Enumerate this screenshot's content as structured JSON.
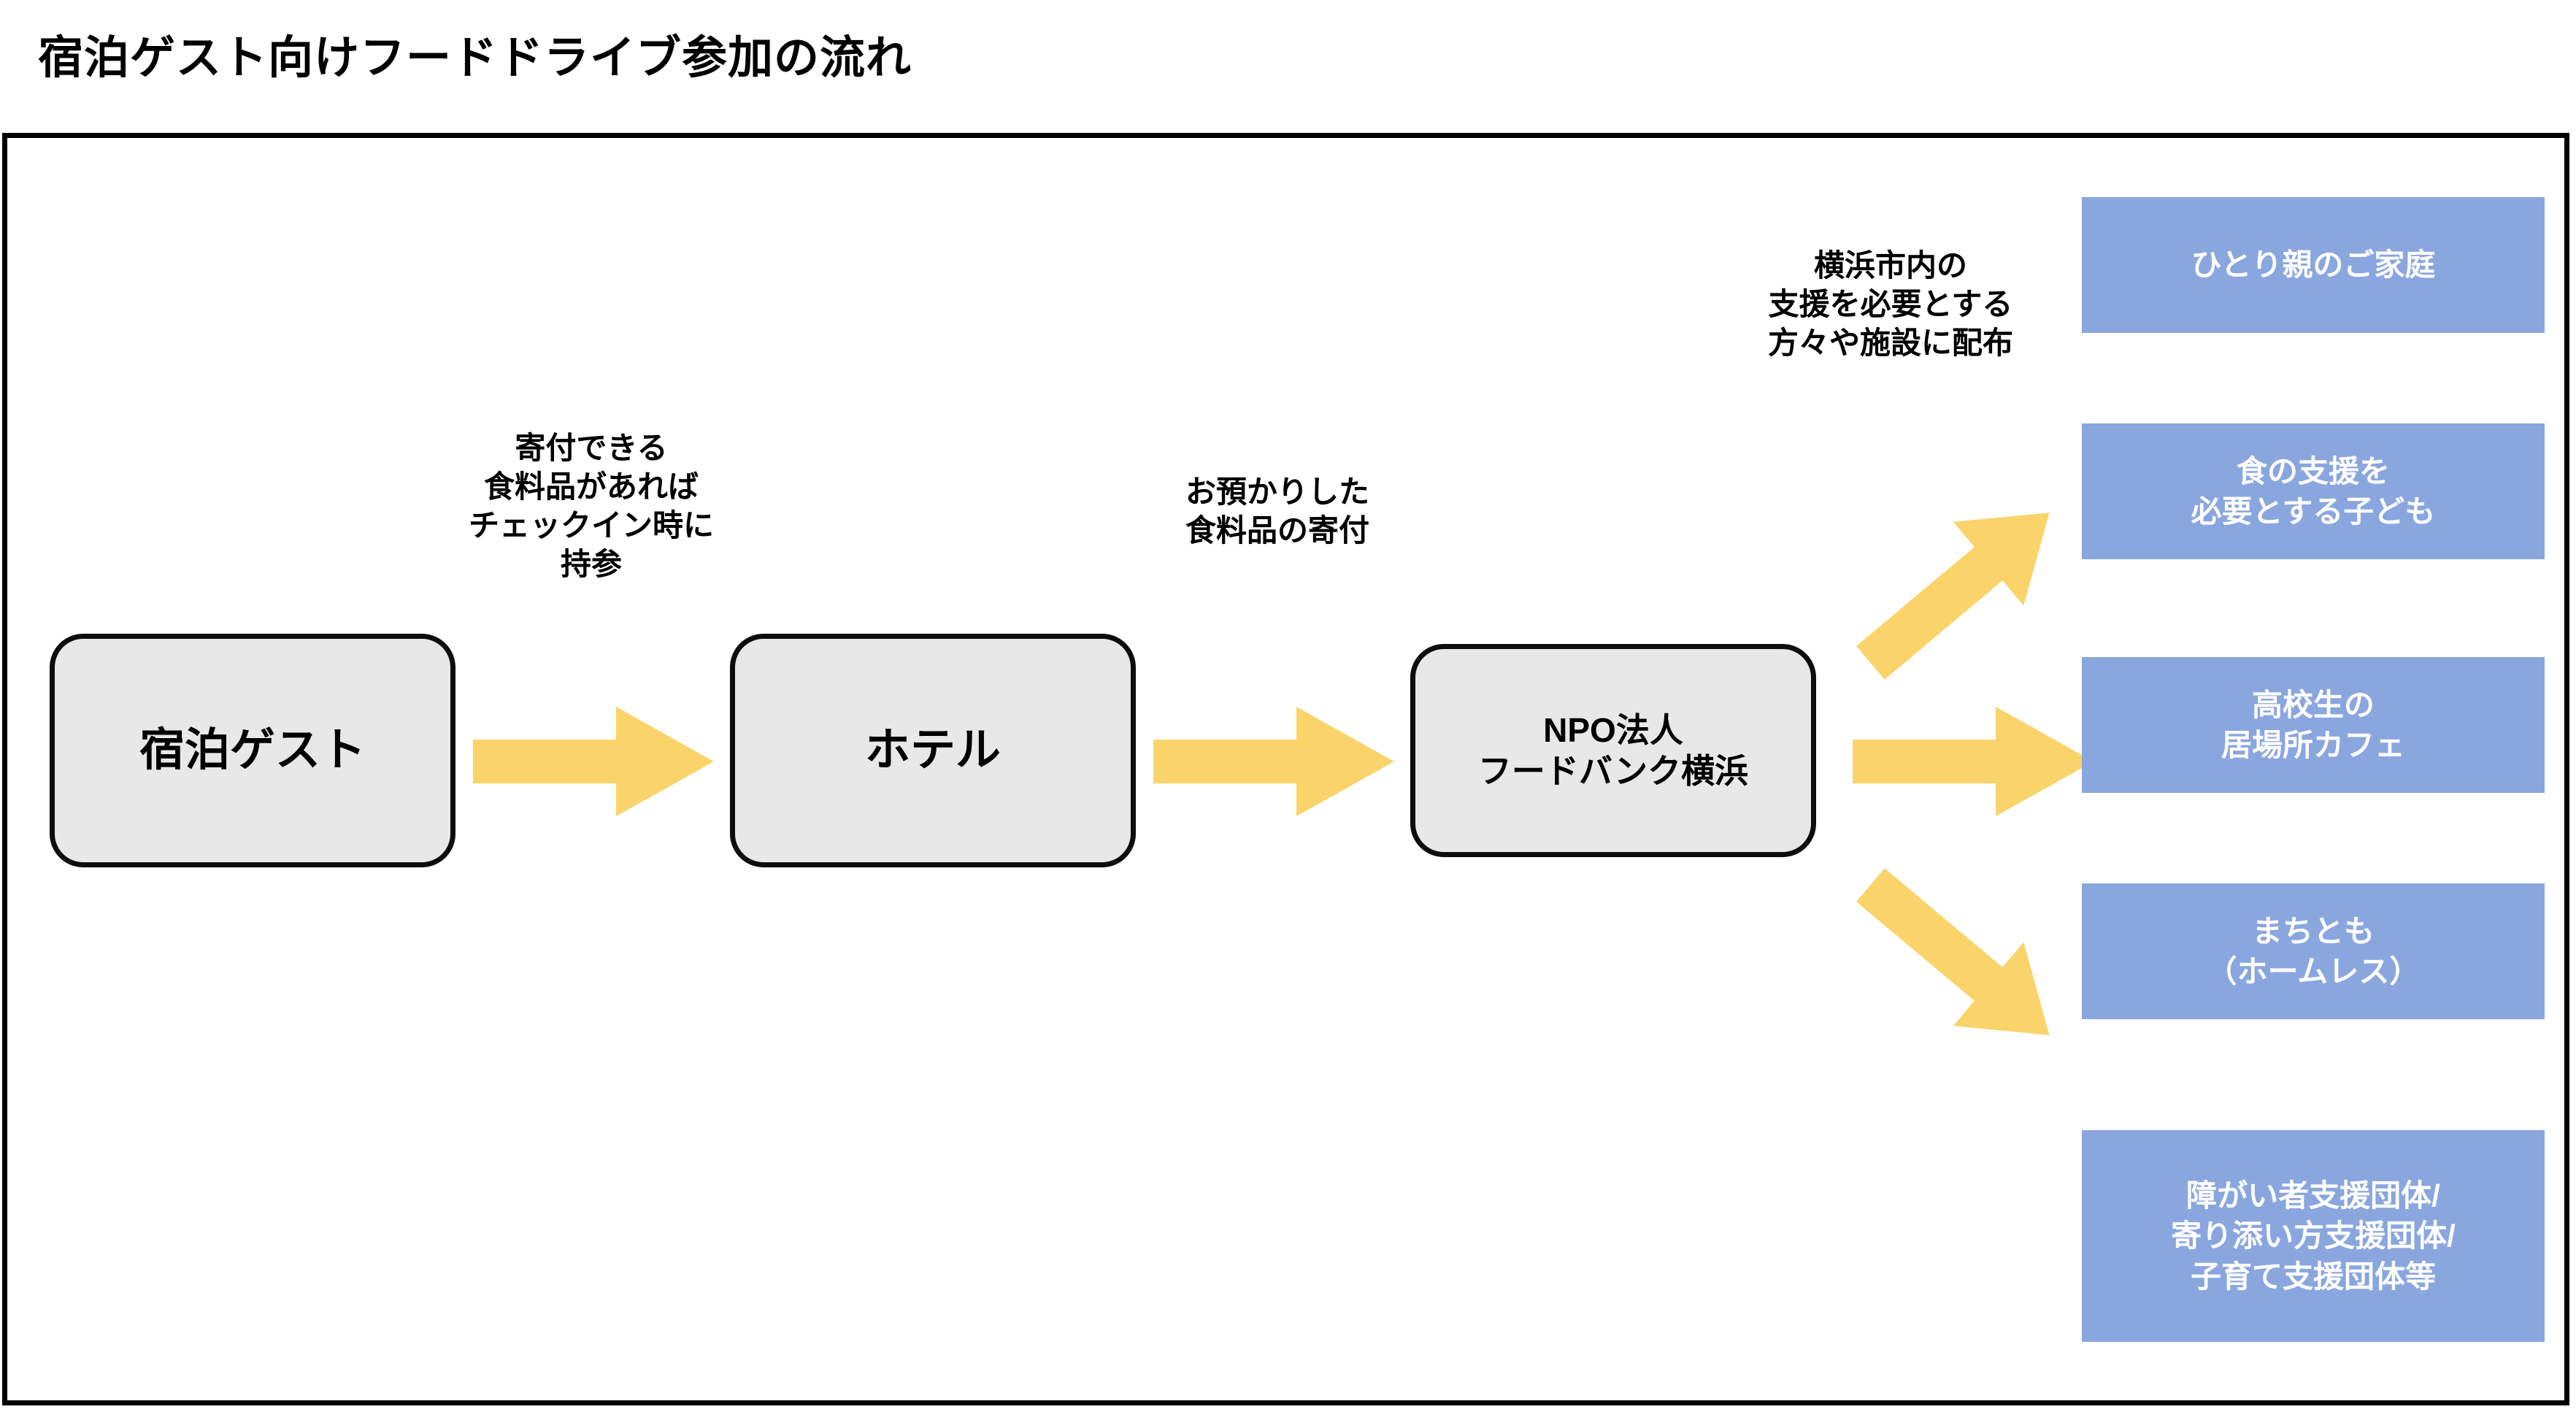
{
  "page": {
    "title": "宿泊ゲスト向けフードドライブ参加の流れ"
  },
  "colors": {
    "arrow_yellow": "#FAD46A",
    "destination_blue": "#8AA6DE",
    "process_gray": "#E8E8E8",
    "border_black": "#0D0D0D",
    "text_white": "#FFFFFF"
  },
  "flow": {
    "process_boxes": [
      {
        "id": "guest",
        "lines": [
          "宿泊ゲスト"
        ]
      },
      {
        "id": "hotel",
        "lines": [
          "ホテル"
        ]
      },
      {
        "id": "npo",
        "lines": [
          "NPO法人",
          "フードバンク横浜"
        ]
      }
    ],
    "captions": [
      {
        "id": "bring",
        "lines": [
          "寄付できる",
          "食料品があれば",
          "チェックイン時に",
          "持参"
        ]
      },
      {
        "id": "donate",
        "lines": [
          "お預かりした",
          "食料品の寄付"
        ]
      },
      {
        "id": "distribute",
        "lines": [
          "横浜市内の",
          "支援を必要とする",
          "方々や施設に配布"
        ]
      }
    ],
    "arrows": [
      {
        "id": "guest-to-hotel",
        "direction": "right"
      },
      {
        "id": "hotel-to-npo",
        "direction": "right"
      },
      {
        "id": "npo-to-up",
        "direction": "up-right"
      },
      {
        "id": "npo-to-mid",
        "direction": "right"
      },
      {
        "id": "npo-to-down",
        "direction": "down-right"
      }
    ],
    "destinations": [
      {
        "id": "single-parent",
        "lines": [
          "ひとり親のご家庭"
        ]
      },
      {
        "id": "children-food",
        "lines": [
          "食の支援を",
          "必要とする子ども"
        ]
      },
      {
        "id": "highschool-cafe",
        "lines": [
          "高校生の",
          "居場所カフェ"
        ]
      },
      {
        "id": "machitomo",
        "lines": [
          "まちとも",
          "（ホームレス）"
        ]
      },
      {
        "id": "support-groups",
        "lines": [
          "障がい者支援団体/",
          "寄り添い方支援団体/",
          "子育て支援団体等"
        ]
      }
    ]
  }
}
